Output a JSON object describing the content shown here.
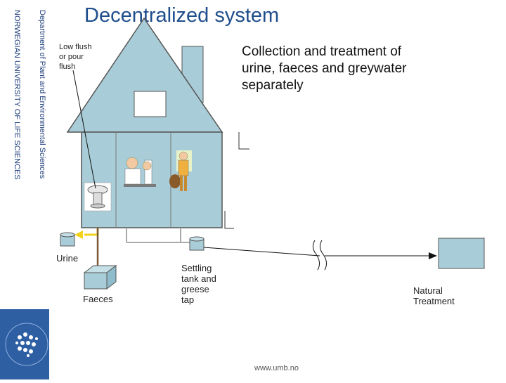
{
  "title": "Decentralized system",
  "sidebar": {
    "department": "Department of Plant and Environmental Sciences",
    "university": "NORWEGIAN UNIVERSITY OF LIFE SCIENCES"
  },
  "labels": {
    "low_flush": [
      "Low flush",
      "or pour",
      "flush"
    ],
    "collection": [
      "Collection and treatment of",
      "urine, faeces and greywater",
      "separately"
    ],
    "urine": "Urine",
    "faeces": "Faeces",
    "settling": [
      "Settling",
      "tank and",
      "greese",
      "tap"
    ],
    "natural": [
      "Natural",
      "Treatment"
    ],
    "website": "www.umb.no"
  },
  "colors": {
    "house_fill": "#a9cdd8",
    "house_stroke": "#555555",
    "urine_arrow": "#f2d21b",
    "faeces_pipe": "#7a5a3a",
    "title": "#1f4e8c",
    "sidebar_blue": "#2e5fa3"
  },
  "icons": [
    "toilet-icon",
    "doctor-figure-icon",
    "person-figure-icon",
    "university-logo-icon"
  ]
}
